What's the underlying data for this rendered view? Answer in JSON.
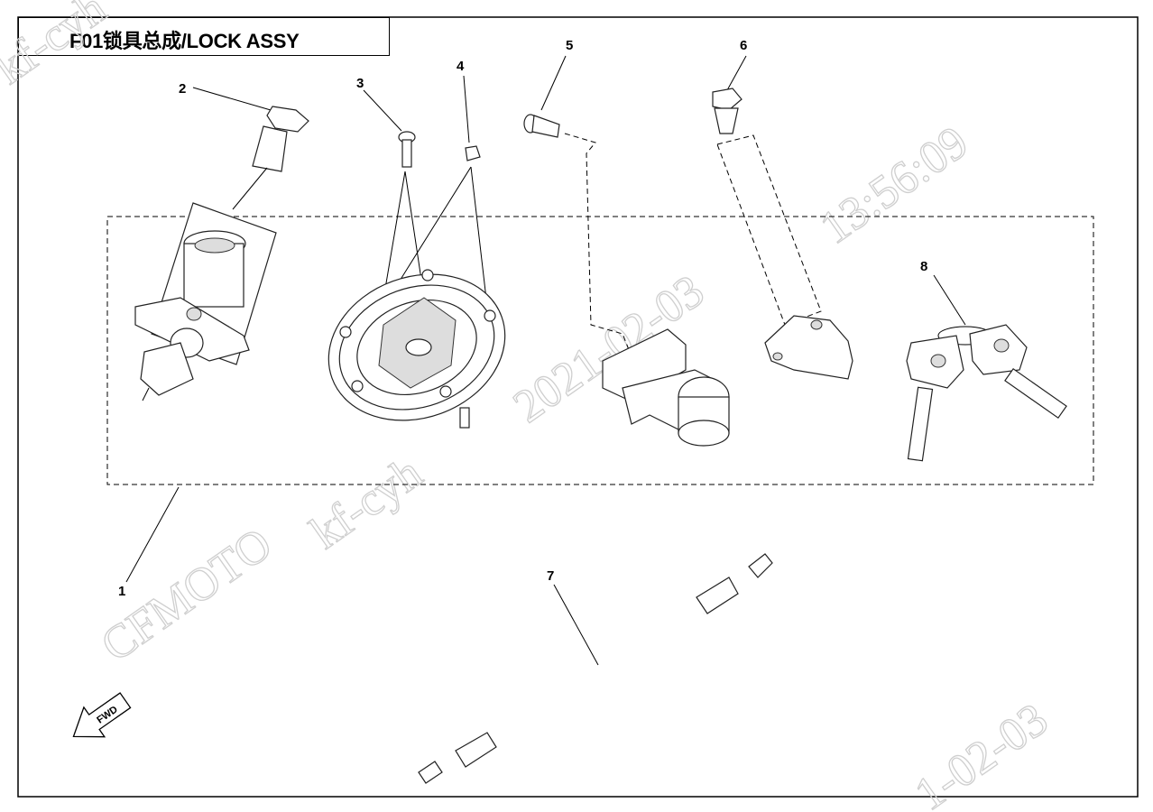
{
  "title": "F01锁具总成/LOCK ASSY",
  "callouts": [
    "1",
    "2",
    "3",
    "4",
    "5",
    "6",
    "7",
    "8"
  ],
  "watermarks": [
    "CFMOTO",
    "kf-cyh",
    "2021-02-03",
    "13:56:09",
    "kf-cyh",
    "1-02-03"
  ],
  "fwd_label": "FWD",
  "colors": {
    "line": "#000000",
    "watermark": "#cfcfcf",
    "background": "#ffffff"
  }
}
